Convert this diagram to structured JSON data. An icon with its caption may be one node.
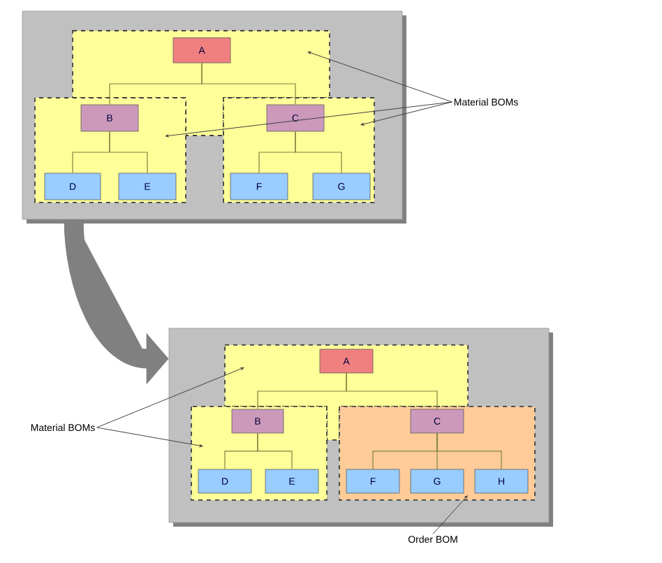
{
  "diagram": {
    "nodes": [
      {
        "text": [],
        "shape": "box"
      },
      {
        "text": [],
        "shape": "box",
        "in": 0
      },
      {
        "text": [],
        "shape": "box",
        "in": 0
      },
      {
        "text": [],
        "shape": "box",
        "in": 0
      },
      {
        "text": [
          "A"
        ],
        "in": 1
      },
      {
        "text": [
          "B"
        ],
        "in": 2
      },
      {
        "text": [
          "C"
        ],
        "in": 3
      },
      {
        "text": [
          "D"
        ],
        "in": 2
      },
      {
        "text": [
          "E"
        ],
        "in": 2
      },
      {
        "text": [
          "F"
        ],
        "in": 3
      },
      {
        "text": [
          "G"
        ],
        "in": 3
      },
      {
        "text": [
          "Material BOMs"
        ]
      },
      {
        "text": [],
        "shape": "box"
      },
      {
        "text": [],
        "shape": "box",
        "in": 12
      },
      {
        "text": [],
        "shape": "box",
        "in": 12
      },
      {
        "text": [],
        "shape": "box",
        "in": 12
      },
      {
        "text": [
          "A"
        ],
        "in": 13
      },
      {
        "text": [
          "B"
        ],
        "in": 14
      },
      {
        "text": [
          "C"
        ],
        "in": 15
      },
      {
        "text": [
          "D"
        ],
        "in": 14
      },
      {
        "text": [
          "E"
        ],
        "in": 14
      },
      {
        "text": [
          "F"
        ],
        "in": 15
      },
      {
        "text": [
          "G"
        ],
        "in": 15
      },
      {
        "text": [
          "H"
        ],
        "in": 15
      },
      {
        "text": [
          "Material BOMs"
        ]
      },
      {
        "text": [
          "Order BOM"
        ]
      }
    ],
    "edges": [
      {
        "from": 4,
        "to": 5,
        "arrow": "none"
      },
      {
        "from": 4,
        "to": 6,
        "arrow": "none"
      },
      {
        "from": 5,
        "to": 7,
        "arrow": "none"
      },
      {
        "from": 5,
        "to": 8,
        "arrow": "none"
      },
      {
        "from": 6,
        "to": 9,
        "arrow": "none"
      },
      {
        "from": 6,
        "to": 10,
        "arrow": "none"
      },
      {
        "from": 11,
        "to": 1,
        "arrow": "to",
        "color": "#404040"
      },
      {
        "from": 11,
        "to": 2,
        "arrow": "to",
        "color": "#404040"
      },
      {
        "from": 11,
        "to": 3,
        "arrow": "to",
        "color": "#404040"
      },
      {
        "from": 0,
        "to": 12,
        "arrow": "to",
        "style": "thick",
        "color": "#808080"
      },
      {
        "from": 16,
        "to": 17,
        "arrow": "none"
      },
      {
        "from": 16,
        "to": 18,
        "arrow": "none"
      },
      {
        "from": 17,
        "to": 19,
        "arrow": "none"
      },
      {
        "from": 17,
        "to": 20,
        "arrow": "none"
      },
      {
        "from": 18,
        "to": 21,
        "arrow": "none"
      },
      {
        "from": 18,
        "to": 22,
        "arrow": "none"
      },
      {
        "from": 18,
        "to": 23,
        "arrow": "none"
      },
      {
        "from": 24,
        "to": 13,
        "arrow": "to",
        "color": "#404040"
      },
      {
        "from": 24,
        "to": 14,
        "arrow": "to",
        "color": "#404040"
      },
      {
        "from": 25,
        "to": 15,
        "arrow": "to",
        "color": "#404040"
      }
    ]
  }
}
